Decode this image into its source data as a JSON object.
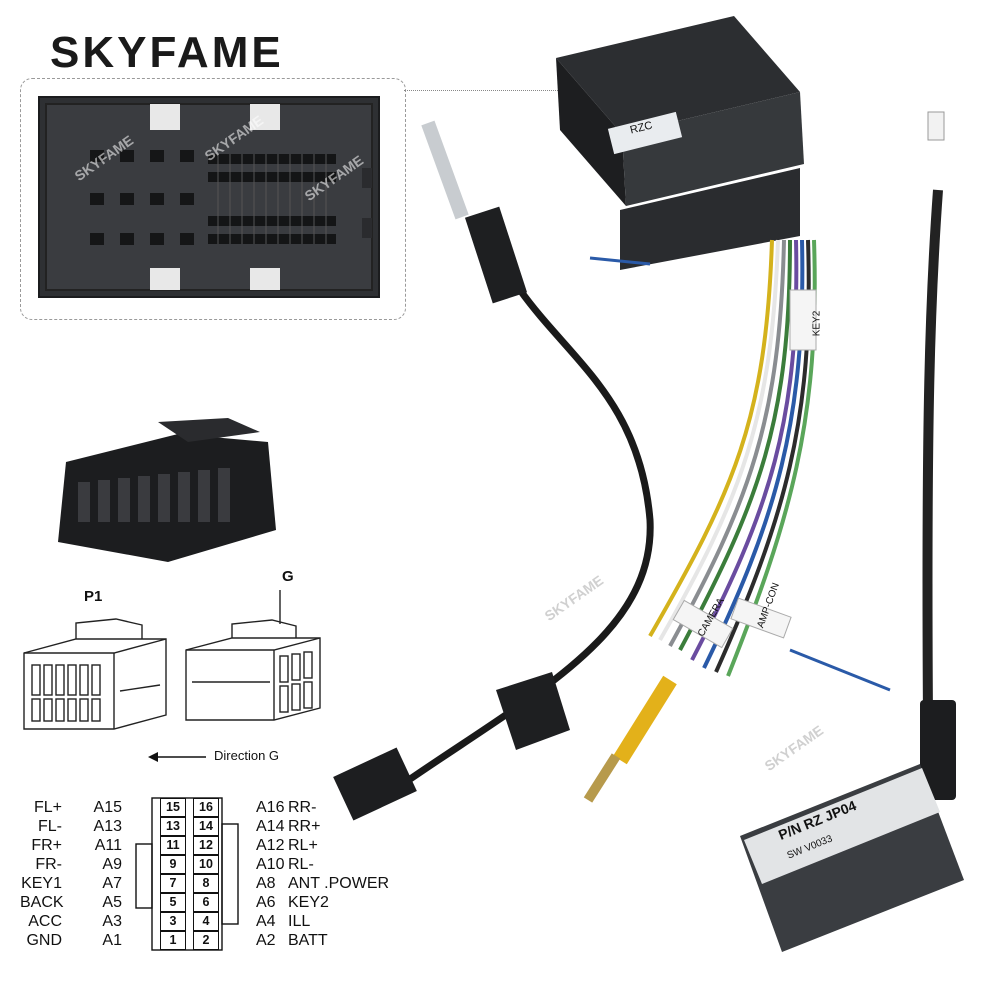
{
  "brand": {
    "text": "SKYFAME",
    "accent_color": "#d22222"
  },
  "watermark": "SKYFAME",
  "diagram": {
    "p1_label": "P1",
    "g_label": "G",
    "direction_label": "Direction G"
  },
  "pinout": {
    "rows": [
      {
        "left_name": "FL+",
        "left_code": "A15",
        "left_pin": "15",
        "right_pin": "16",
        "right_code": "A16",
        "right_name": "RR-"
      },
      {
        "left_name": "FL-",
        "left_code": "A13",
        "left_pin": "13",
        "right_pin": "14",
        "right_code": "A14",
        "right_name": "RR+"
      },
      {
        "left_name": "FR+",
        "left_code": "A11",
        "left_pin": "11",
        "right_pin": "12",
        "right_code": "A12",
        "right_name": "RL+"
      },
      {
        "left_name": "FR-",
        "left_code": "A9",
        "left_pin": "9",
        "right_pin": "10",
        "right_code": "A10",
        "right_name": "RL-"
      },
      {
        "left_name": "KEY1",
        "left_code": "A7",
        "left_pin": "7",
        "right_pin": "8",
        "right_code": "A8",
        "right_name": "ANT .POWER"
      },
      {
        "left_name": "BACK",
        "left_code": "A5",
        "left_pin": "5",
        "right_pin": "6",
        "right_code": "A6",
        "right_name": "KEY2"
      },
      {
        "left_name": "ACC",
        "left_code": "A3",
        "left_pin": "3",
        "right_pin": "4",
        "right_code": "A4",
        "right_name": "ILL"
      },
      {
        "left_name": "GND",
        "left_code": "A1",
        "left_pin": "1",
        "right_pin": "2",
        "right_code": "A2",
        "right_name": "BATT"
      }
    ]
  },
  "harness_tags": {
    "connector_label": "RZC",
    "key2_tag": "KEY2",
    "camera_tag": "CAMERA",
    "amp_tag": "AMP-CON",
    "module_text_1": "P/N  RZ  JP04",
    "module_text_2": "SW V0033"
  }
}
